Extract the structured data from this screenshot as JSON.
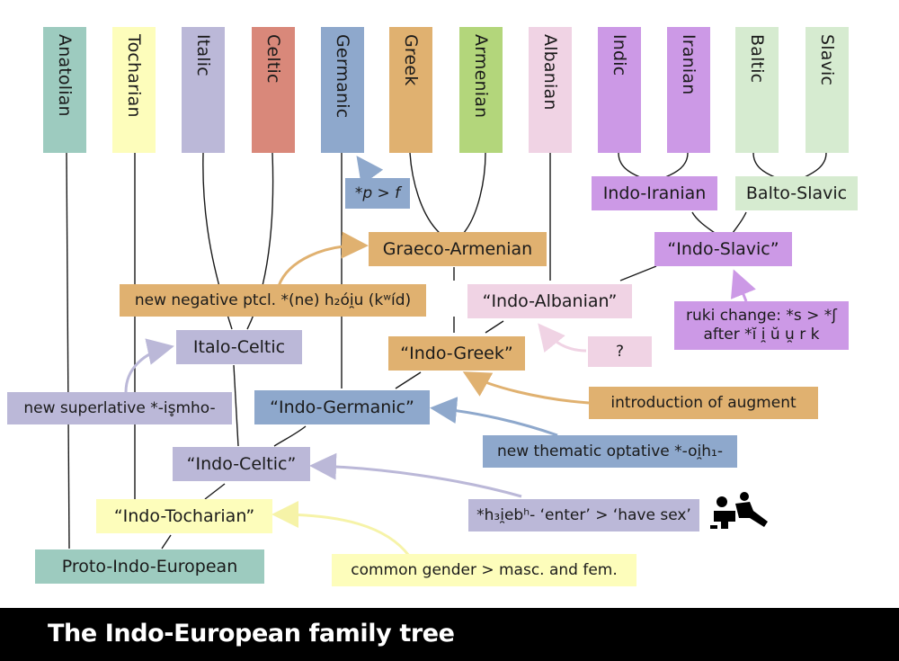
{
  "branches": {
    "anatolian": "Anatolian",
    "tocharian": "Tocharian",
    "italic": "Italic",
    "celtic": "Celtic",
    "germanic": "Germanic",
    "greek": "Greek",
    "armenian": "Armenian",
    "albanian": "Albanian",
    "indic": "Indic",
    "iranian": "Iranian",
    "baltic": "Baltic",
    "slavic": "Slavic"
  },
  "nodes": {
    "indo_iranian": "Indo-Iranian",
    "balto_slavic": "Balto-Slavic",
    "graeco_armenian": "Graeco-Armenian",
    "indo_slavic": "“Indo-Slavic”",
    "indo_albanian": "“Indo-Albanian”",
    "italo_celtic": "Italo-Celtic",
    "indo_greek": "“Indo-Greek”",
    "indo_germanic": "“Indo-Germanic”",
    "indo_celtic": "“Indo-Celtic”",
    "indo_tocharian": "“Indo-Tocharian”",
    "proto_indo_european": "Proto-Indo-European"
  },
  "innovations": {
    "p_to_f": "*p > f",
    "negative_particle": "new negative ptcl. *(ne) h₂ói̯u (kʷíd)",
    "ruki_line1": "ruki change: *s > *ʃ",
    "ruki_line2": "after *ĭ i̯ ŭ u̯ r k",
    "question_mark": "?",
    "superlative": "new superlative *-is̥mho-",
    "augment": "introduction of augment",
    "thematic_optative": "new thematic optative *-oi̯h₁-",
    "enter_have_sex": "*h₃i̯ebʰ- ‘enter’ > ‘have sex’",
    "common_gender": "common gender > masc. and fem."
  },
  "icons": {
    "couple": "couple-icon"
  },
  "colors": {
    "anatolian": "#9dcbbf",
    "tocharian": "#fdfdbb",
    "italic": "#bbb8d8",
    "celtic": "#d9887a",
    "germanic": "#8ea8cc",
    "greek": "#e0b170",
    "armenian": "#b3d67b",
    "albanian": "#f0d3e4",
    "indic": "#cc99e6",
    "iranian": "#cc99e6",
    "baltic": "#d6ebd0",
    "slavic": "#d6ebd0"
  },
  "footer": {
    "title": "The Indo-European family tree"
  }
}
